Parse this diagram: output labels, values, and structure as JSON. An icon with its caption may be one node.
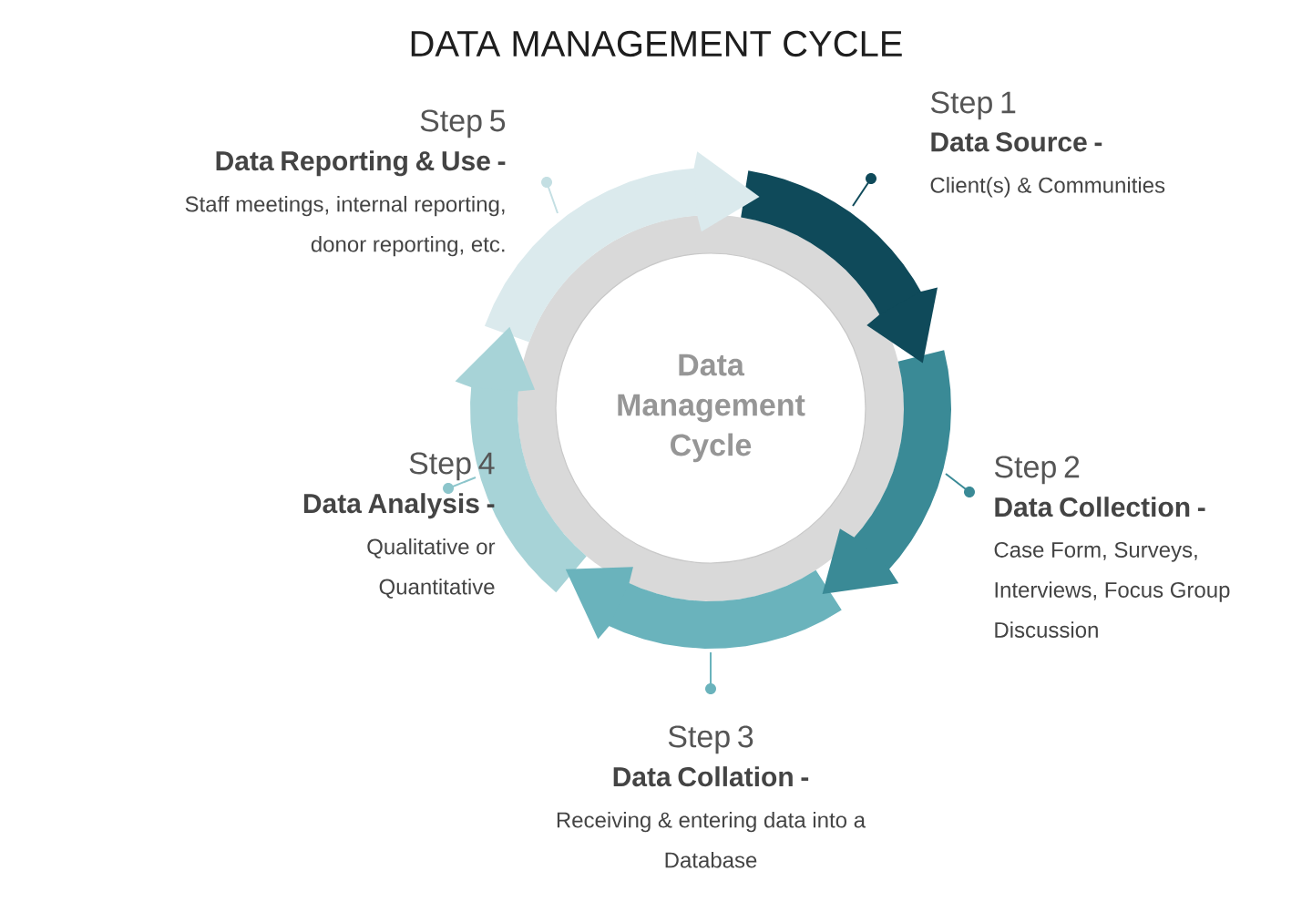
{
  "diagram": {
    "title": "DATA MANAGEMENT CYCLE",
    "nodes": [
      {
        "text": [
          "Data Management Cycle"
        ]
      },
      {
        "text": [
          "Step 1",
          "Data Source -",
          "Client(s) & Communities"
        ]
      },
      {
        "text": [
          "Step 2",
          "Data Collection -",
          "Case Form, Surveys, Interviews, Focus Group Discussion"
        ]
      },
      {
        "text": [
          "Step 3",
          "Data Collation -",
          "Receiving & entering data into a Database"
        ]
      },
      {
        "text": [
          "Step 4",
          "Data Analysis -",
          "Qualitative or Quantitative"
        ]
      },
      {
        "text": [
          "Step 5",
          "Data Reporting & Use -",
          "Staff meetings, internal reporting, donor reporting, etc."
        ]
      }
    ]
  }
}
